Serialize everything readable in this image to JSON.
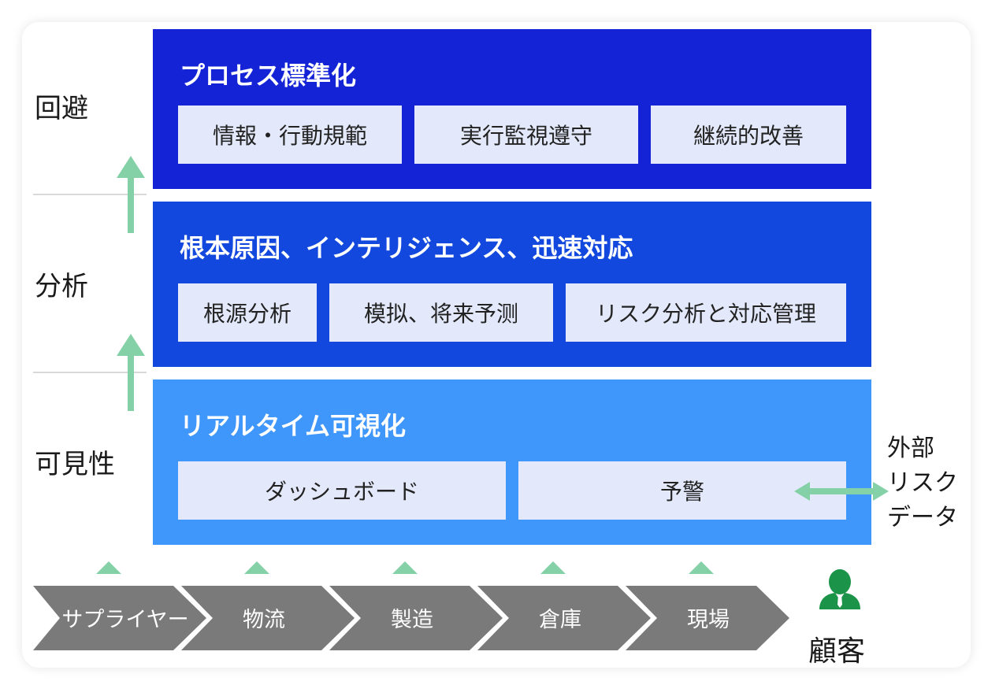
{
  "side_labels": [
    "回避",
    "分析",
    "可見性"
  ],
  "layers": [
    {
      "title": "プロセス標準化",
      "color": "#1523d6",
      "items": [
        "情報・行動規範",
        "実行監視遵守",
        "継続的改善"
      ]
    },
    {
      "title": "根本原因、インテリジェンス、迅速対応",
      "color": "#1348de",
      "items": [
        "根源分析",
        "模拟、将来予测",
        "リスク分析と対応管理"
      ]
    },
    {
      "title": "リアルタイム可視化",
      "color": "#4097fb",
      "items": [
        "ダッシュボード",
        "予警"
      ]
    }
  ],
  "supply_chain": [
    "サプライヤー",
    "物流",
    "製造",
    "倉庫",
    "現場"
  ],
  "customer": {
    "label": "顧客",
    "icon": "customer-person-icon"
  },
  "external": [
    "外部",
    "リスク",
    "データ"
  ],
  "colors": {
    "arrow_green": "#84d1a8",
    "chevron_gray": "#7a7a7a",
    "customer_green": "#1b9348",
    "box_bg": "#e3e9fb"
  }
}
